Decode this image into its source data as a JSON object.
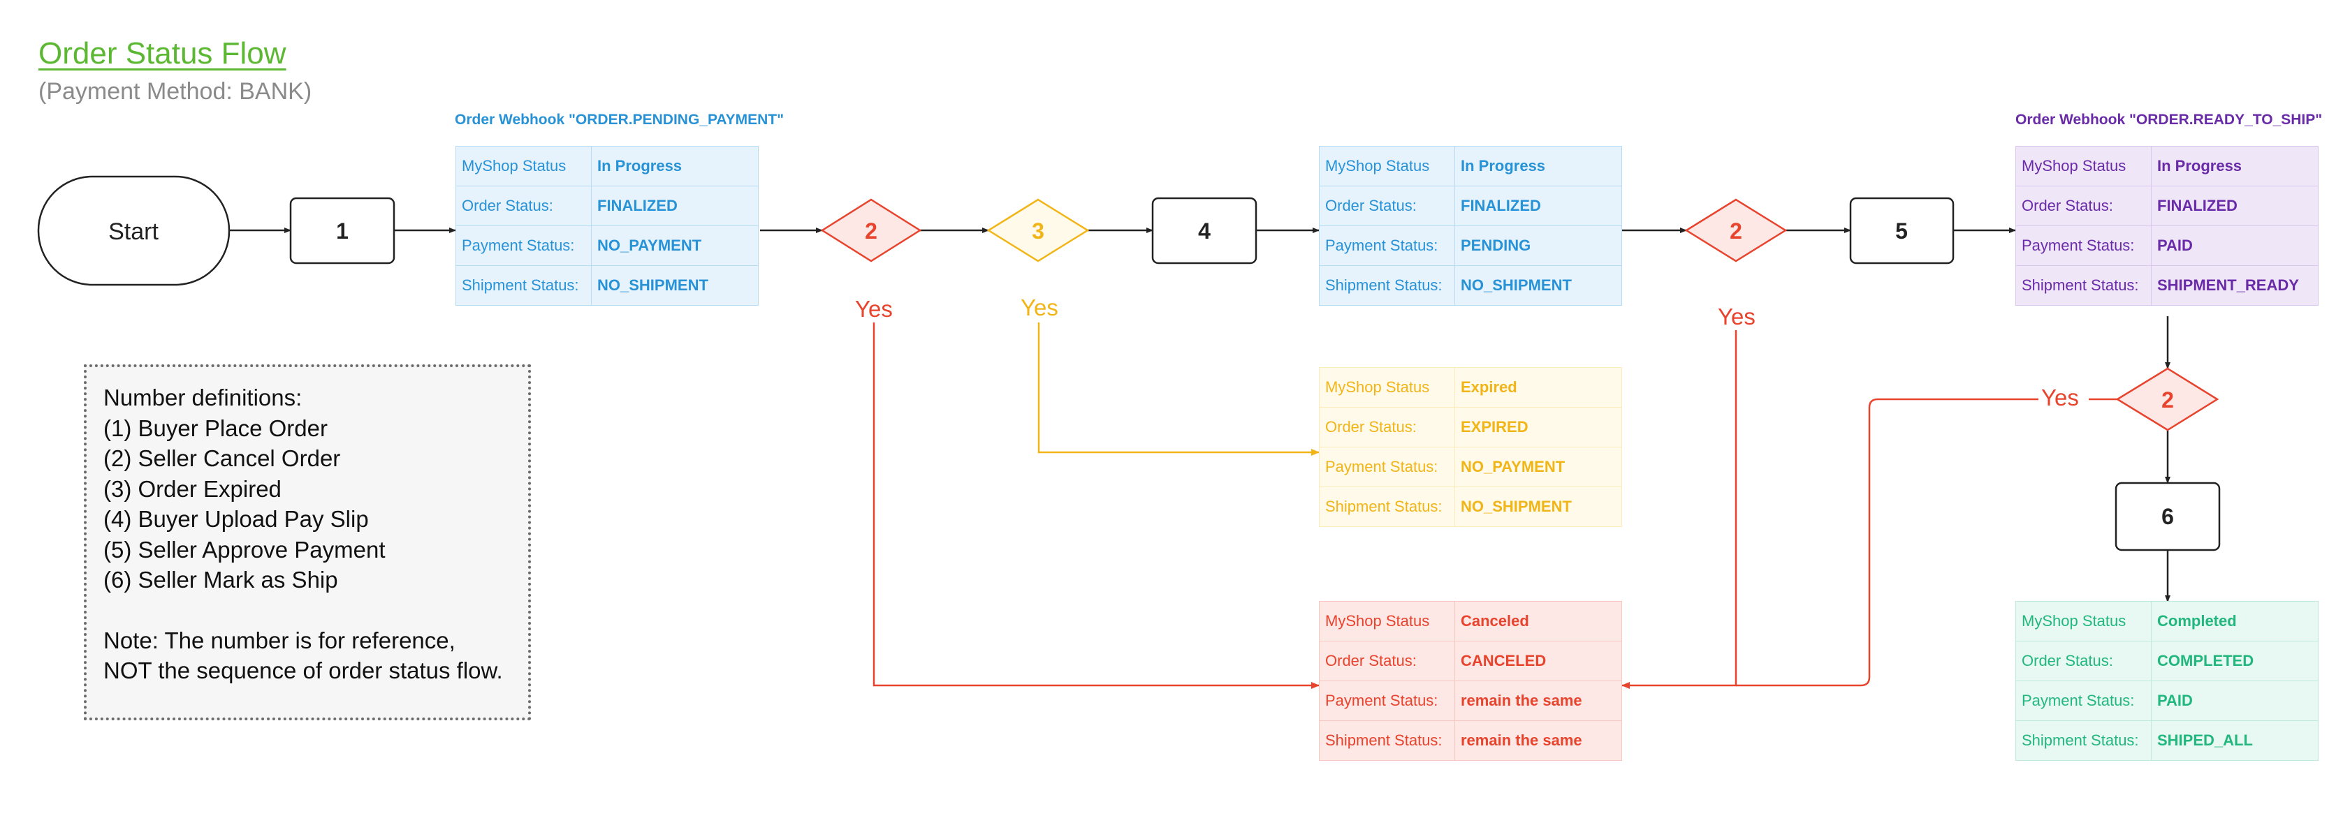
{
  "title": "Order Status Flow",
  "subtitle": "(Payment Method: BANK)",
  "start_label": "Start",
  "steps": {
    "s1": "1",
    "s4": "4",
    "s5": "5",
    "s6": "6"
  },
  "decisions": {
    "d2a": "2",
    "d3": "3",
    "d2b": "2",
    "d2c": "2"
  },
  "yes_label": "Yes",
  "webhooks": {
    "pending": "Order Webhook \"ORDER.PENDING_PAYMENT\"",
    "ready": "Order Webhook \"ORDER.READY_TO_SHIP\""
  },
  "field_labels": {
    "myshop": "MyShop Status",
    "order": "Order Status:",
    "payment": "Payment Status:",
    "shipment": "Shipment Status:"
  },
  "statuses": {
    "pending": {
      "myshop": "In Progress",
      "order": "FINALIZED",
      "payment": "NO_PAYMENT",
      "shipment": "NO_SHIPMENT"
    },
    "slip": {
      "myshop": "In Progress",
      "order": "FINALIZED",
      "payment": "PENDING",
      "shipment": "NO_SHIPMENT"
    },
    "ready": {
      "myshop": "In Progress",
      "order": "FINALIZED",
      "payment": "PAID",
      "shipment": "SHIPMENT_READY"
    },
    "expired": {
      "myshop": "Expired",
      "order": "EXPIRED",
      "payment": "NO_PAYMENT",
      "shipment": "NO_SHIPMENT"
    },
    "canceled": {
      "myshop": "Canceled",
      "order": "CANCELED",
      "payment": "remain the same",
      "shipment": "remain the same"
    },
    "completed": {
      "myshop": "Completed",
      "order": "COMPLETED",
      "payment": "PAID",
      "shipment": "SHIPED_ALL"
    }
  },
  "notes": {
    "heading": "Number definitions:",
    "items": [
      "(1) Buyer Place Order",
      "(2) Seller Cancel Order",
      "(3) Order Expired",
      "(4) Buyer Upload Pay Slip",
      "(5) Seller Approve Payment",
      "(6) Seller Mark as Ship"
    ],
    "note_line1": "Note: The number is for reference,",
    "note_line2": "NOT the sequence of order status flow."
  },
  "colors": {
    "title": "#5cb832",
    "pending": "#2892d7",
    "ready": "#6a2ba8",
    "expired": "#f1b518",
    "canceled": "#e8432d",
    "completed": "#22b77e"
  }
}
